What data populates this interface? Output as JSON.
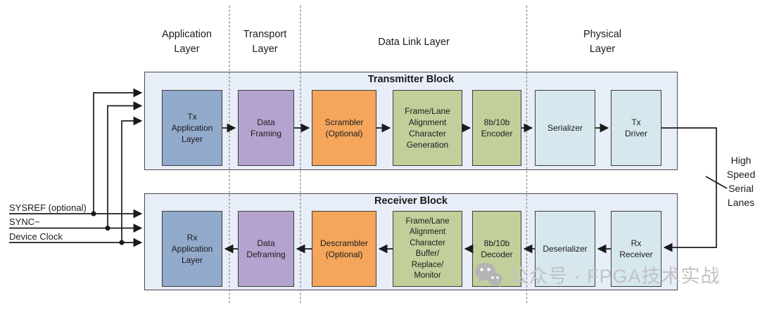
{
  "colors": {
    "application": "#92AACB",
    "transport": "#B4A3CE",
    "scrambler": "#F5A55C",
    "datalink": "#C2CF9B",
    "physical": "#D6E8EE",
    "block_bg": "#E8EEF8",
    "line": "#1b1b1b",
    "dashed_divider": "#8f8f8f",
    "watermark_gray": "#c2c2c2"
  },
  "layer_headers": [
    {
      "label": "Application\nLayer"
    },
    {
      "label": "Transport\nLayer"
    },
    {
      "label": "Data Link Layer"
    },
    {
      "label": "Physical\nLayer"
    }
  ],
  "transmitter": {
    "title": "Transmitter Block",
    "blocks": [
      {
        "label": "Tx\nApplication\nLayer"
      },
      {
        "label": "Data\nFraming"
      },
      {
        "label": "Scrambler\n(Optional)"
      },
      {
        "label": "Frame/Lane\nAlignment\nCharacter\nGeneration"
      },
      {
        "label": "8b/10b\nEncoder"
      },
      {
        "label": "Serializer"
      },
      {
        "label": "Tx\nDriver"
      }
    ]
  },
  "receiver": {
    "title": "Receiver Block",
    "blocks": [
      {
        "label": "Rx\nApplication\nLayer"
      },
      {
        "label": "Data\nDeframing"
      },
      {
        "label": "Descrambler\n(Optional)"
      },
      {
        "label": "Frame/Lane\nAlignment\nCharacter\nBuffer/\nReplace/\nMonitor"
      },
      {
        "label": "8b/10b\nDecoder"
      },
      {
        "label": "Deserializer"
      },
      {
        "label": "Rx\nReceiver"
      }
    ]
  },
  "signals": [
    {
      "label": "SYSREF (optional)"
    },
    {
      "label": "SYNC~"
    },
    {
      "label": "Device Clock"
    }
  ],
  "serial_lanes_label": "High\nSpeed\nSerial\nLanes",
  "watermark": {
    "icon": "wechat-icon",
    "text": "公众号 · FPGA技术实战"
  }
}
